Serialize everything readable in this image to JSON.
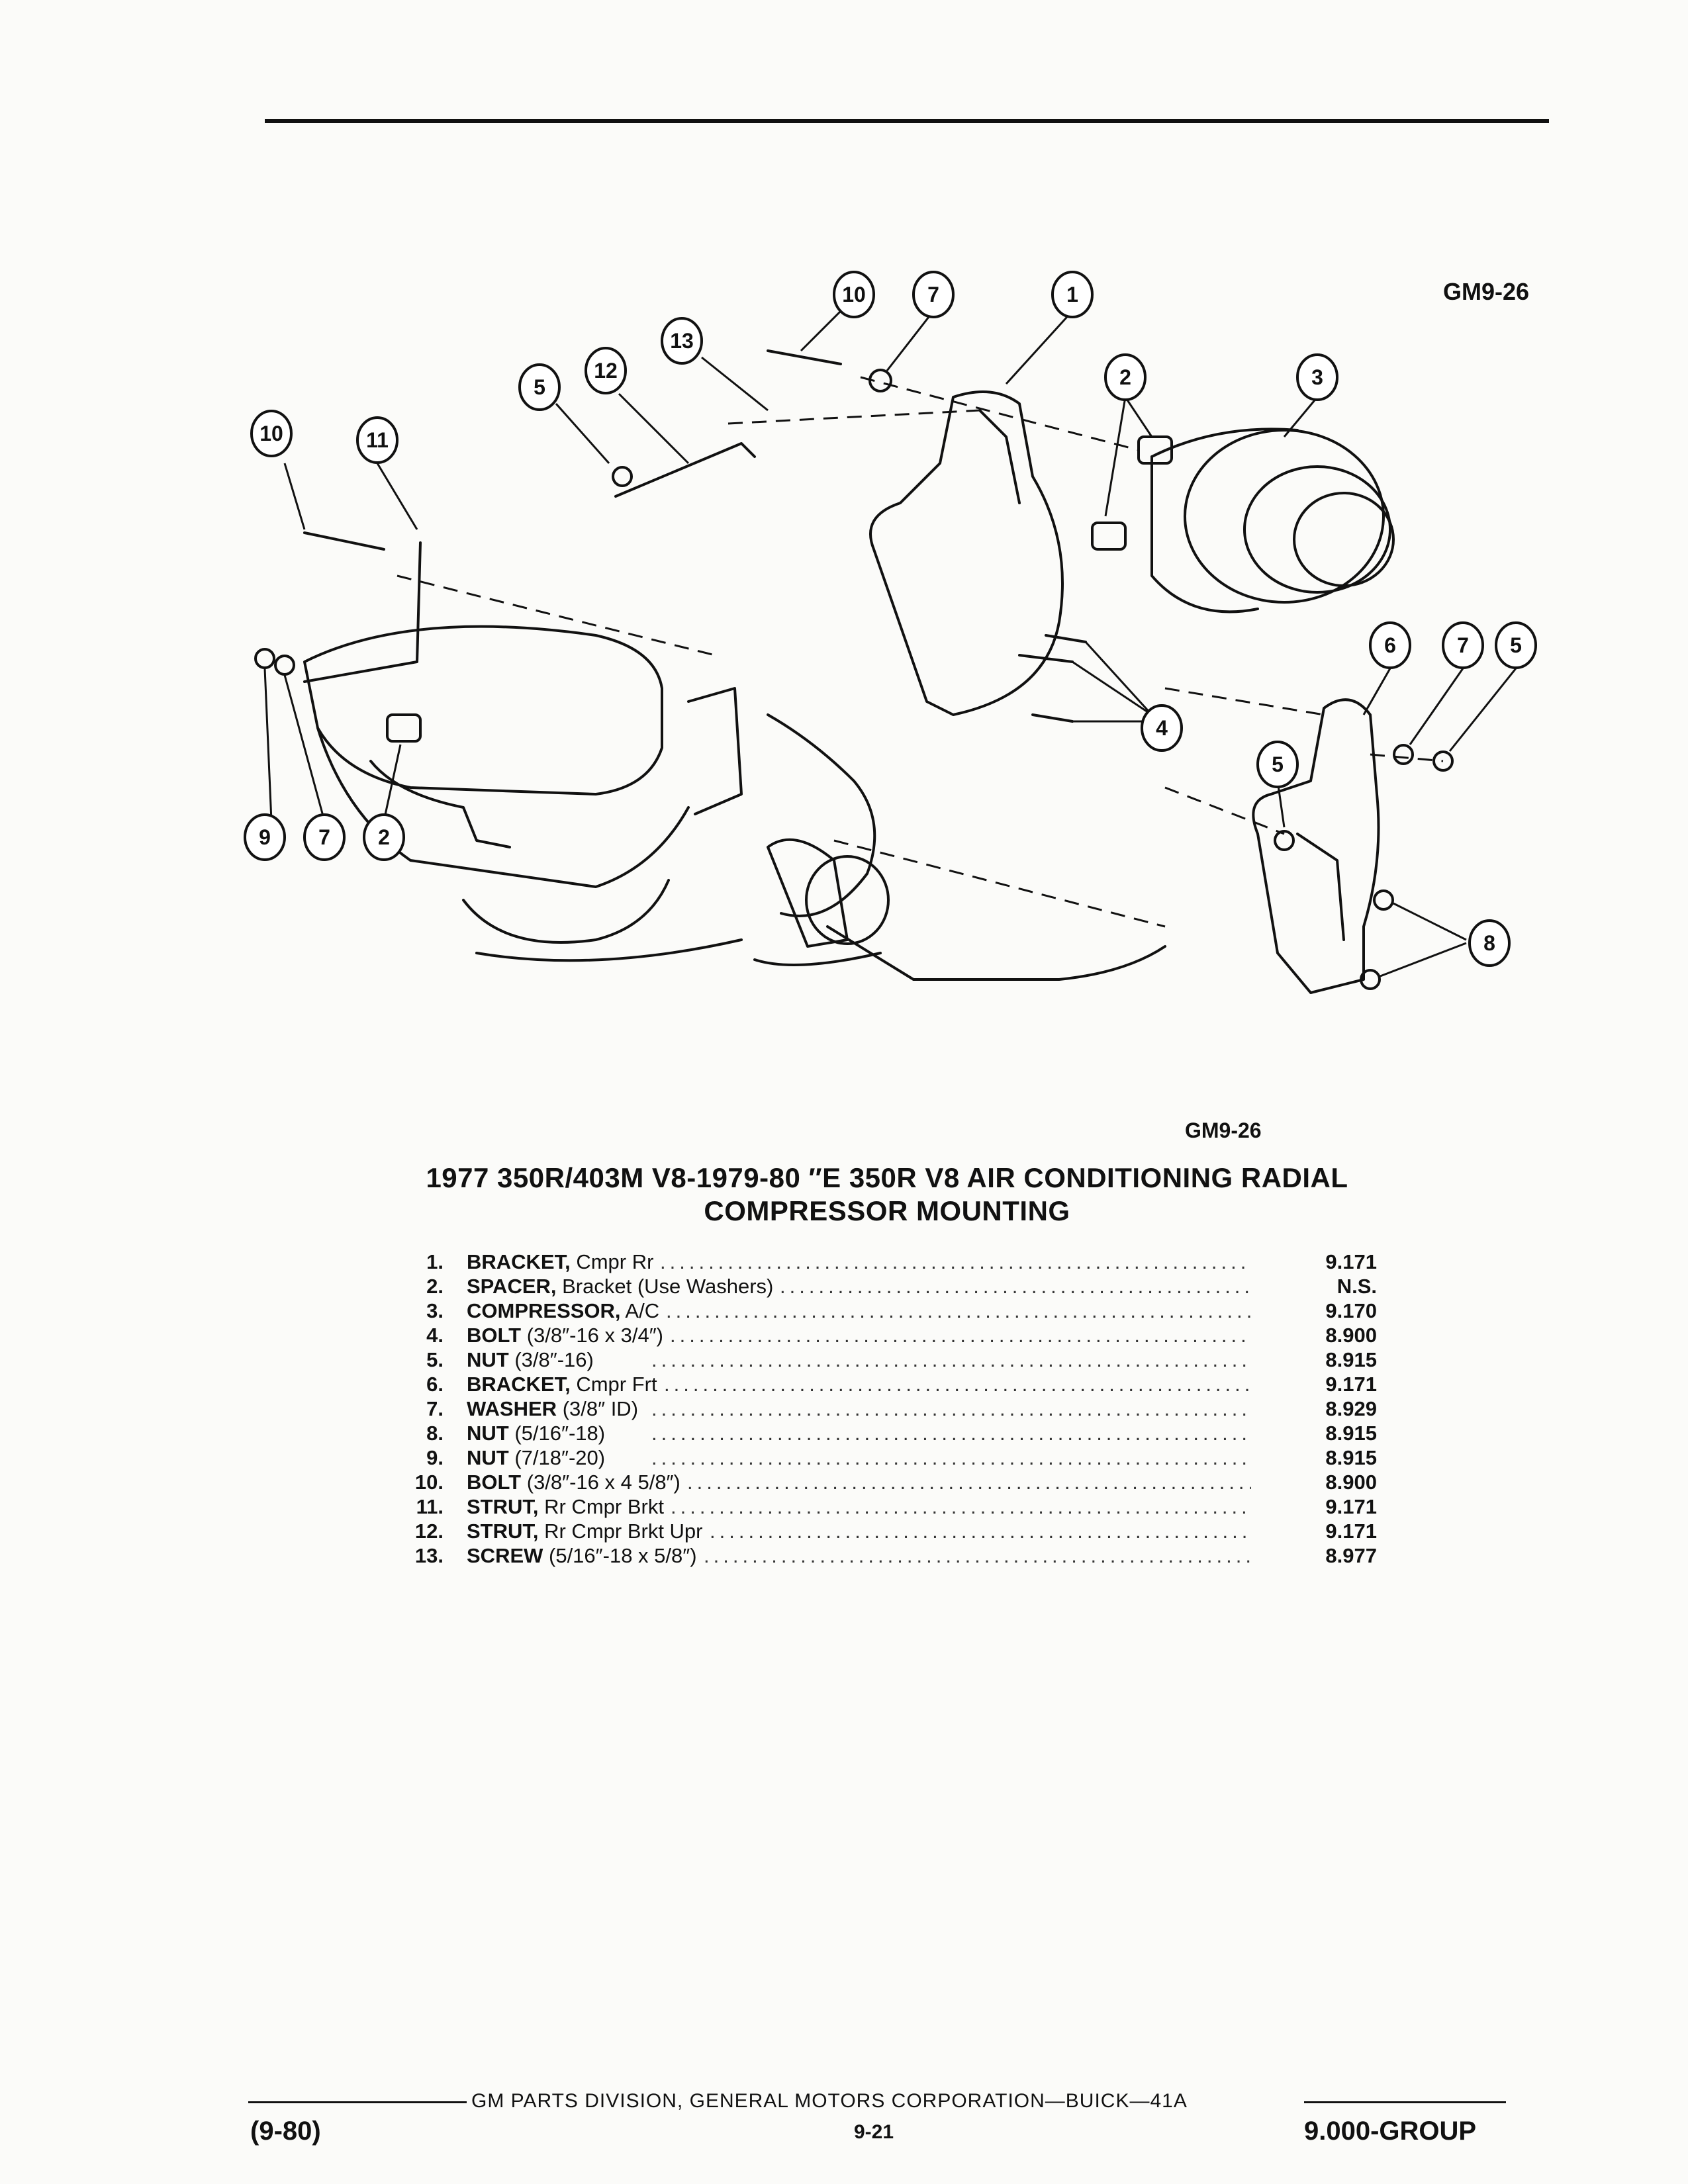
{
  "figure_code_top": "GM9-26",
  "figure_code_caption": "GM9-26",
  "title_line1": "1977 350R/403M V8-1979-80 ″E 350R V8 AIR CONDITIONING RADIAL",
  "title_line2": "COMPRESSOR MOUNTING",
  "callouts": [
    "10",
    "7",
    "1",
    "13",
    "12",
    "5",
    "2",
    "3",
    "10",
    "11",
    "6",
    "7",
    "5",
    "4",
    "5",
    "8",
    "9",
    "7",
    "2"
  ],
  "parts": [
    {
      "num": "1.",
      "name": "BRACKET,",
      "desc": " Cmpr Rr",
      "group": "9.171"
    },
    {
      "num": "2.",
      "name": "SPACER,",
      "desc": " Bracket (Use Washers)",
      "group": "N.S."
    },
    {
      "num": "3.",
      "name": "COMPRESSOR,",
      "desc": " A/C",
      "group": "9.170"
    },
    {
      "num": "4.",
      "name": "BOLT",
      "desc": " (3/8″-16 x 3/4″)",
      "group": "8.900"
    },
    {
      "num": "5.",
      "name": "NUT",
      "desc": " (3/8″-16)",
      "group": "8.915"
    },
    {
      "num": "6.",
      "name": "BRACKET,",
      "desc": " Cmpr Frt",
      "group": "9.171"
    },
    {
      "num": "7.",
      "name": "WASHER",
      "desc": " (3/8″ ID)",
      "group": "8.929"
    },
    {
      "num": "8.",
      "name": "NUT",
      "desc": " (5/16″-18)",
      "group": "8.915"
    },
    {
      "num": "9.",
      "name": "NUT",
      "desc": " (7/18″-20)",
      "group": "8.915"
    },
    {
      "num": "10.",
      "name": "BOLT",
      "desc": " (3/8″-16 x 4 5/8″)",
      "group": "8.900"
    },
    {
      "num": "11.",
      "name": "STRUT,",
      "desc": " Rr Cmpr Brkt",
      "group": "9.171"
    },
    {
      "num": "12.",
      "name": "STRUT,",
      "desc": " Rr Cmpr Brkt Upr",
      "group": "9.171"
    },
    {
      "num": "13.",
      "name": "SCREW",
      "desc": " (5/16″-18 x 5/8″)",
      "group": "8.977"
    }
  ],
  "dot_leader": "..............................................................",
  "footer": {
    "date_code": "(9-80)",
    "publisher": "GM PARTS DIVISION, GENERAL MOTORS CORPORATION—BUICK—41A",
    "page_number": "9-21",
    "group": "9.000-GROUP"
  }
}
